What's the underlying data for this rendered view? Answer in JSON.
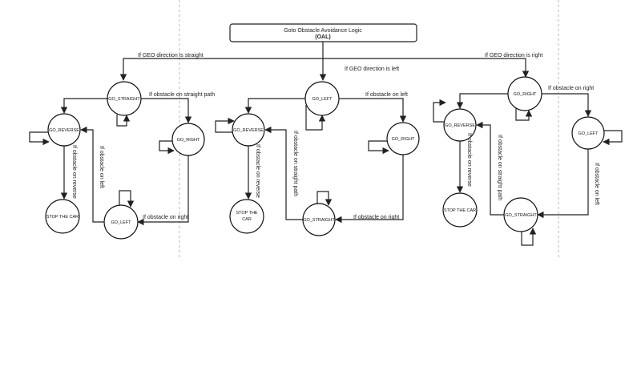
{
  "title": {
    "line1": "Goto Obstacle Avoidance Logic",
    "line2": "(OAL)"
  },
  "branches": {
    "straight": "If GEO direction is straight",
    "left": "If GEO direction is left",
    "right": "If GEO direction is right"
  },
  "nodes": {
    "go_straight": "GO_STRAIGHT",
    "go_reverse": "GO_REVERSE",
    "go_right": "GO_RIGHT",
    "go_left": "GO_LEFT",
    "go_straight_b": "GO_STRAIGHT",
    "stop_line1": "STOP THE",
    "stop_line2": "CAR",
    "stop_single": "STOP THE CAR"
  },
  "edges": {
    "obstacle_straight": "If obstacle on straight path",
    "obstacle_left": "If obstacle on left",
    "obstacle_right": "If obstacle on right",
    "obstacle_reverse": "If obstacle on reverse"
  }
}
